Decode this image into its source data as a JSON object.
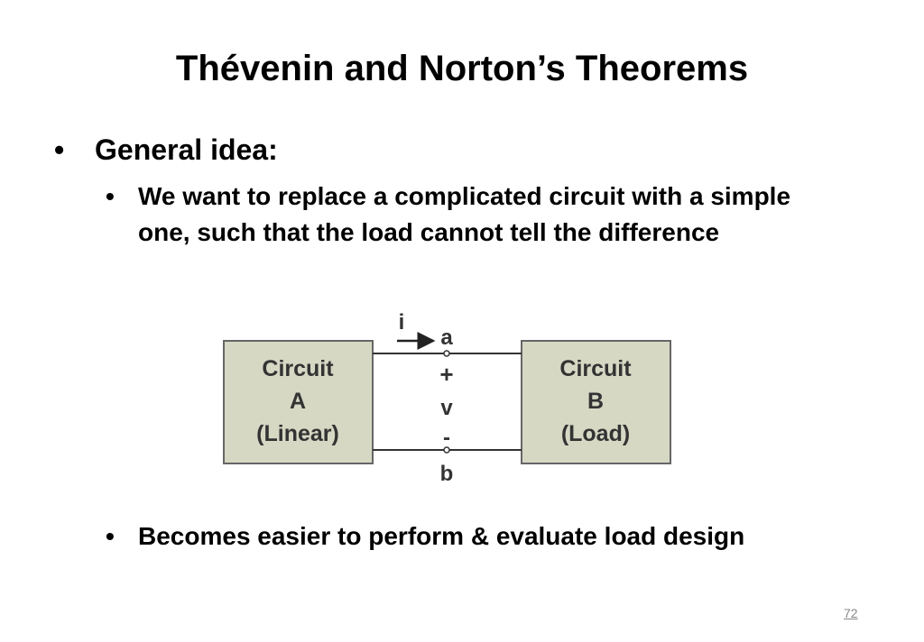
{
  "slide": {
    "title": "Thévenin and Norton’s Theorems",
    "bullet_level1": "General idea:",
    "bullet_level2_first": "We want to replace a complicated circuit with a simple one, such that the load cannot tell the difference",
    "bullet_level2_second": "Becomes easier to perform & evaluate load design",
    "page_number": "72"
  },
  "diagram": {
    "circuit_a": {
      "line1": "Circuit",
      "line2": "A",
      "line3": "(Linear)"
    },
    "circuit_b": {
      "line1": "Circuit",
      "line2": "B",
      "line3": "(Load)"
    },
    "current_label": "i",
    "terminal_a": "a",
    "terminal_b": "b",
    "plus": "+",
    "voltage": "v",
    "minus": "-",
    "box_fill": "#d6d8c4",
    "box_stroke": "#666666"
  }
}
